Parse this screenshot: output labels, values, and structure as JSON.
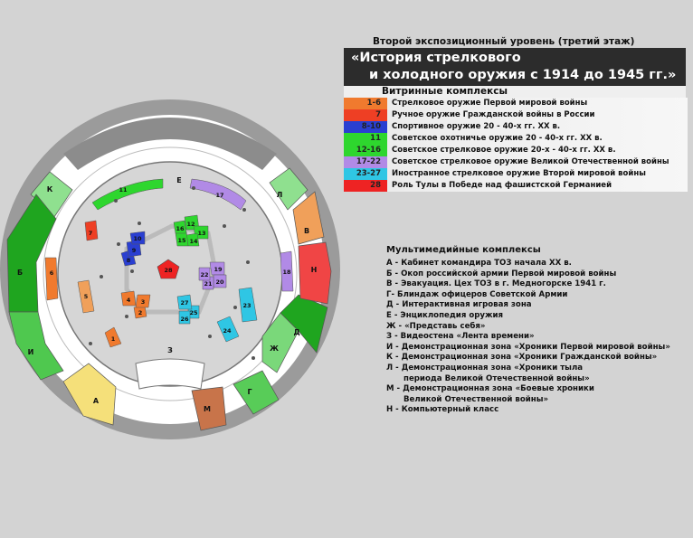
{
  "header": {
    "subtitle": "Второй экспозиционный уровень (третий этаж)",
    "title_line1": "«История стрелкового",
    "title_line2": "и холодного оружия с 1914 до 1945 гг.»"
  },
  "showcases": {
    "heading": "Витринные комплексы",
    "items": [
      {
        "code": "1-6",
        "label": "Стрелковое оружие Первой мировой войны",
        "color": "#f07a2e"
      },
      {
        "code": "7",
        "label": "Ручное оружие Гражданской войны в России",
        "color": "#ee3f24"
      },
      {
        "code": "8-10",
        "label": "Спортивное оружие 20 - 40-х гг. XX в.",
        "color": "#2a3fd1"
      },
      {
        "code": "11",
        "label": "Советское охотничье оружие 20 - 40-х гг. XX в.",
        "color": "#2ed62e"
      },
      {
        "code": "12-16",
        "label": "Советское стрелковое оружие 20-х - 40-х гг. XX в.",
        "color": "#2ed62e"
      },
      {
        "code": "17-22",
        "label": "Советское стрелковое оружие Великой Отечественной войны",
        "color": "#b18ae6"
      },
      {
        "code": "23-27",
        "label": "Иностранное стрелковое оружие Второй мировой войны",
        "color": "#2fc6e4"
      },
      {
        "code": "28",
        "label": "Роль Тулы в Победе над фашистской Германией",
        "color": "#ee2323"
      }
    ]
  },
  "multimedia": {
    "heading": "Мультимедийные комплексы",
    "items": [
      "А - Кабинет командира ТОЗ начала XX в.",
      "Б - Окоп российской армии Первой мировой войны",
      "В - Эвакуация. Цех ТОЗ в г. Медногорске 1941 г.",
      "Г-  Блиндаж офицеров Советской Армии",
      "Д - Интерактивная игровая зона",
      "Е - Энциклопедия оружия",
      "Ж - «Представь себя»",
      "З - Видеостена «Лента времени»",
      "И - Демонстрационная зона «Хроники Первой мировой войны»",
      "К - Демонстрационная зона «Хроники Гражданской войны»",
      "Л - Демонстрационная зона «Хроники тыла",
      "периода Великой Отечественной войны»",
      "М - Демонстрационная зона «Боевые хроники",
      "Великой Отечественной войны»",
      "Н - Компьютерный класс"
    ]
  },
  "map": {
    "zones": {
      "A": "А",
      "B": "Б",
      "V": "В",
      "G": "Г",
      "D": "Д",
      "E": "Е",
      "ZH": "Ж",
      "Z": "З",
      "I": "И",
      "K": "К",
      "L": "Л",
      "M": "М",
      "N": "Н"
    },
    "showcase_numbers": [
      "1",
      "2",
      "3",
      "4",
      "5",
      "6",
      "7",
      "8",
      "9",
      "10",
      "11",
      "12",
      "13",
      "14",
      "15",
      "16",
      "17",
      "18",
      "19",
      "20",
      "21",
      "22",
      "23",
      "24",
      "25",
      "26",
      "27",
      "28"
    ],
    "colors": {
      "floor": "#d8d8d8",
      "ring": "#ffffff",
      "wall": "#9a9a9a",
      "zone_green_dark": "#1fa51f",
      "zone_green_light": "#8fe08f",
      "zone_yellow": "#f5e07a",
      "zone_brown": "#c8744a",
      "zone_orange": "#f0a05a",
      "zone_red": "#f04545"
    }
  }
}
